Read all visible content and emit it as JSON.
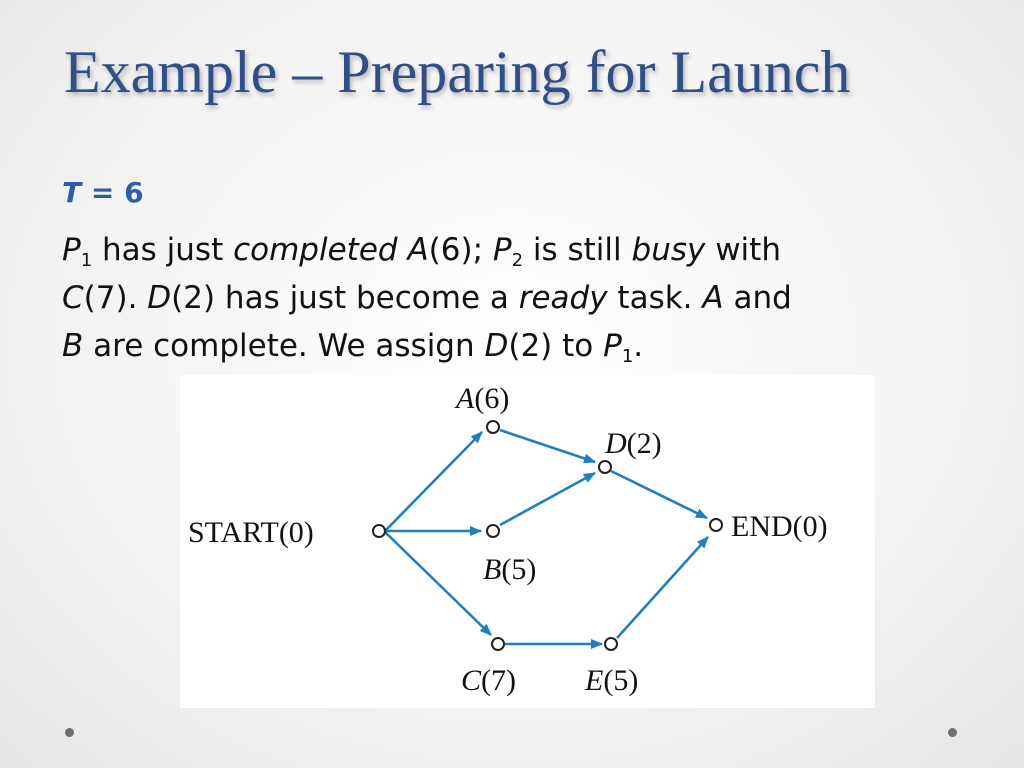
{
  "slide": {
    "title": "Example – Preparing for Launch",
    "heading_var": "T",
    "heading_eq": " = 6",
    "line1": {
      "p": "P",
      "s1": "1",
      "t1": " has just ",
      "completed": "completed",
      "t2": " ",
      "a": "A",
      "t3": "(6); ",
      "p2": "P",
      "s2": "2",
      "t4": " is still ",
      "busy": "busy",
      "t5": " with "
    },
    "line2": {
      "c": "C",
      "t1": "(7). ",
      "d": "D",
      "t2": "(2) has just become a ",
      "ready": "ready",
      "t3": " task.  ",
      "a": "A",
      "t4": " and"
    },
    "line3": {
      "b": "B",
      "t1": " are complete.  We assign ",
      "d": "D",
      "t2": "(2) to ",
      "p": "P",
      "s": "1",
      "t3": "."
    }
  },
  "diagram": {
    "edge_color": "#1f7fbf",
    "nodes": {
      "start": {
        "name": "START",
        "weight": "(0)"
      },
      "a": {
        "name": "A",
        "weight": "(6)"
      },
      "b": {
        "name": "B",
        "weight": "(5)"
      },
      "c": {
        "name": "C",
        "weight": "(7)"
      },
      "d": {
        "name": "D",
        "weight": "(2)"
      },
      "e": {
        "name": "E",
        "weight": "(5)"
      },
      "end": {
        "name": "END",
        "weight": "(0)"
      }
    }
  }
}
